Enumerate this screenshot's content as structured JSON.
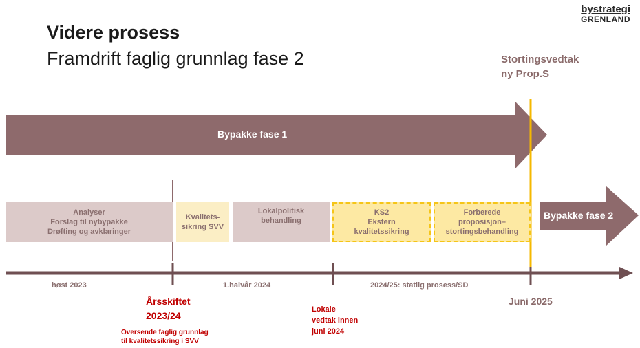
{
  "title": "Videre prosess",
  "subtitle": "Framdrift faglig grunnlag fase 2",
  "logo": {
    "line1": "bystrategi",
    "line2": "GRENLAND"
  },
  "stortingsvedtak": {
    "line1": "Stortingsvedtak",
    "line2": "ny Prop.S"
  },
  "arrows": {
    "fase1": "Bypakke fase 1",
    "fase2": "Bypakke fase 2"
  },
  "boxes": {
    "analyser": "Analyser\nForslag til nybypakke\nDrøfting og avklaringer",
    "kvalitetssikring": "Kvalitets-\nsikring SVV",
    "lokalpolitisk": "Lokalpolitisk\nbehandling",
    "ks2": "KS2\nEkstern\nkvalitetssikring",
    "forberede": "Forberede\nproposisjon–\nstortingsbehandling"
  },
  "timeline": {
    "periods": [
      "høst 2023",
      "1.halvår 2024",
      "2024/25: statlig prosess/SD"
    ],
    "milestones": {
      "aarsskiftet": "Årsskiftet\n2023/24",
      "aarsskiftet_note": "Oversende faglig grunnlag\ntil kvalitetssikring i SVV",
      "lokale": "Lokale\nvedtak innen\njuni 2024",
      "juni2025": "Juni 2025"
    }
  },
  "colors": {
    "arrow": "#8e6a6c",
    "accent_line": "#f5b800",
    "red": "#c00000"
  }
}
